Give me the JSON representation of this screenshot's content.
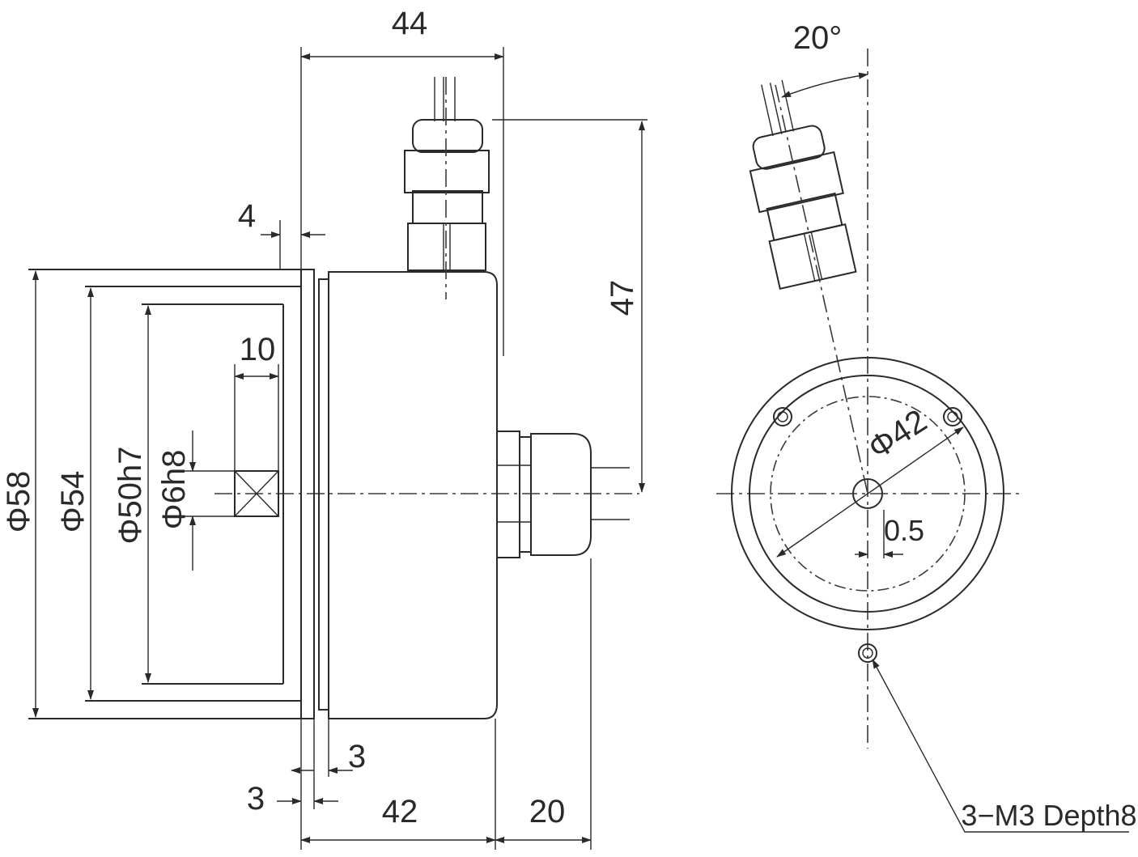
{
  "dimensions": {
    "total_length": "44",
    "height": "47",
    "flange": "4",
    "shaft_length": "10",
    "d58": "Φ58",
    "d54": "Φ54",
    "d50": "Φ50h7",
    "d6": "Φ6h8",
    "gap_a": "3",
    "gap_b": "3",
    "body_length": "42",
    "connector_length": "20",
    "angle": "20°",
    "pcd": "Φ42",
    "offset": "0.5",
    "holes": "3−M3 Depth8"
  }
}
